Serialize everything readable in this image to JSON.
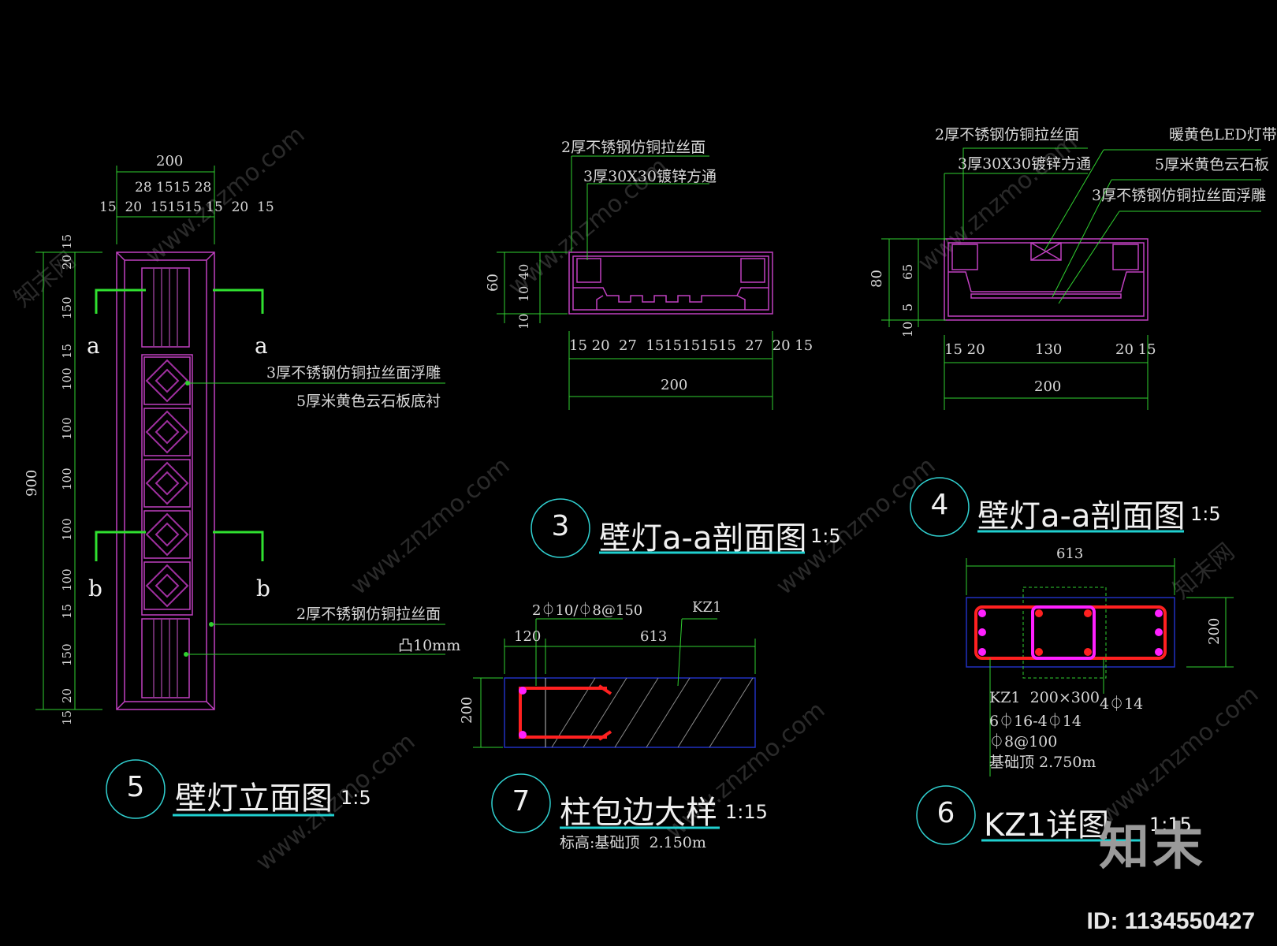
{
  "watermark": {
    "site": "www.znzmo.com",
    "brand": "知末网"
  },
  "logo": "知末",
  "id_label": "ID: 1134550427",
  "elevation5": {
    "number": "5",
    "title": "壁灯立面图",
    "scale": "1:5",
    "top_dim_total": "200",
    "top_dim_row2": "28 1515 28",
    "top_dim_row3": "15  20  151515 15  20  15",
    "left_total": "900",
    "left_dims": [
      "15",
      "20",
      "150",
      "15",
      "100",
      "100",
      "100",
      "100",
      "100",
      "15",
      "150",
      "20",
      "15"
    ],
    "section_a": "a",
    "section_b": "b",
    "note1": "3厚不锈钢仿铜拉丝面浮雕",
    "note2": "5厚米黄色云石板底衬",
    "note3": "2厚不锈钢仿铜拉丝面",
    "note4": "凸10mm"
  },
  "section3": {
    "number": "3",
    "title": "壁灯a-a剖面图",
    "scale": "1:5",
    "note1": "2厚不锈钢仿铜拉丝面",
    "note2": "3厚30X30镀锌方通",
    "left_total": "60",
    "left_dims": [
      "40",
      "10",
      "10"
    ],
    "bottom_dims": "15 20  27  1515151515  27  20 15",
    "bottom_total": "200"
  },
  "section4": {
    "number": "4",
    "title": "壁灯a-a剖面图",
    "scale": "1:5",
    "note1": "2厚不锈钢仿铜拉丝面",
    "note2": "3厚30X30镀锌方通",
    "note3": "暖黄色LED灯带",
    "note4": "5厚米黄色云石板",
    "note5": "3厚不锈钢仿铜拉丝面浮雕",
    "left_total": "80",
    "left_dims": [
      "65",
      "5",
      "10"
    ],
    "bottom_dims_left": "15 20",
    "bottom_dims_mid": "130",
    "bottom_dims_right": "20 15",
    "bottom_total": "200"
  },
  "detail7": {
    "number": "7",
    "title": "柱包边大样",
    "scale": "1:15",
    "subtitle": "标高:基础顶  2.150m",
    "rebar": "2⏀10/⏀8@150",
    "kz": "KZ1",
    "dim_120": "120",
    "dim_613": "613",
    "dim_200": "200"
  },
  "detail6": {
    "number": "6",
    "title": "KZ1详图",
    "scale": "1:15",
    "dim_613": "613",
    "dim_200": "200",
    "spec1": "KZ1  200×300",
    "spec2": "6⏀16-4⏀14",
    "spec3": "⏀8@100",
    "spec4": "基础顶 2.750m",
    "spec_side": "4⏀14"
  },
  "colors": {
    "background": "#000000",
    "outline": "#c040c0",
    "dimension": "#30d030",
    "section_mark": "#30e030",
    "underline": "#20d0d0",
    "rebar": "#ff2020",
    "rebar_dot": "#ff20ff",
    "hatch_outline": "#2030c0",
    "text": "#d8d8d8"
  }
}
